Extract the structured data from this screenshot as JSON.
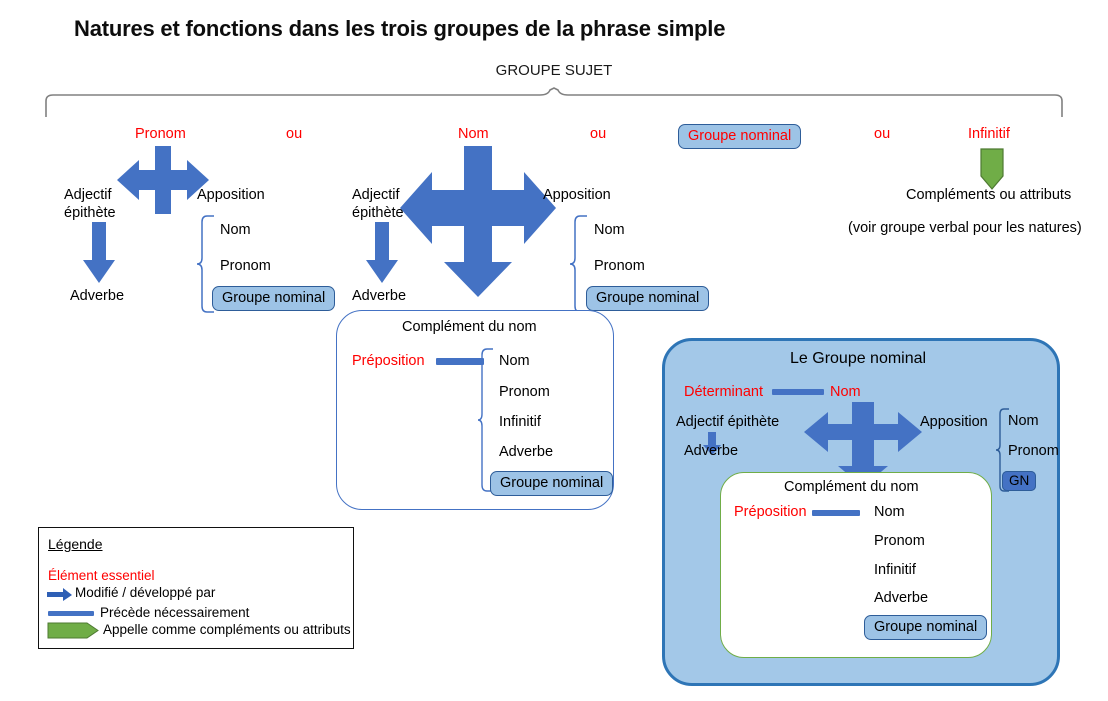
{
  "title": "Natures et fonctions dans les trois groupes de la phrase simple",
  "subject_group_label": "GROUPE SUJET",
  "colors": {
    "essential_red": "#FF0000",
    "arrow_blue": "#4472C4",
    "badge_fill": "#9DC3E6",
    "panel_fill": "#A3C8E8",
    "panel_border": "#2E75B6",
    "green_arrow": "#70AD47",
    "brace_gray": "#808080"
  },
  "columns": {
    "or_1": "ou",
    "or_2": "ou",
    "or_3": "ou",
    "pronom": {
      "head": "Pronom",
      "left": "Adjectif",
      "left2": "épithète",
      "right": "Apposition",
      "adverbe": "Adverbe",
      "brace_items": [
        "Nom",
        "Pronom"
      ],
      "brace_badge": "Groupe nominal"
    },
    "nom": {
      "head": "Nom",
      "left": "Adjectif",
      "left2": "épithète",
      "right": "Apposition",
      "adverbe": "Adverbe",
      "brace_items": [
        "Nom",
        "Pronom"
      ],
      "brace_badge": "Groupe nominal"
    },
    "groupe_nominal": {
      "head": "Groupe nominal"
    },
    "infinitif": {
      "head": "Infinitif",
      "target": "Compléments ou attributs",
      "note": "(voir groupe verbal pour les natures)"
    }
  },
  "complement_box_left": {
    "title": "Complément du nom",
    "preposition": "Préposition",
    "items": [
      "Nom",
      "Pronom",
      "Infinitif",
      "Adverbe"
    ],
    "badge": "Groupe nominal"
  },
  "gn_panel": {
    "title": "Le Groupe nominal",
    "determinant": "Déterminant",
    "nom": "Nom",
    "adjectif": "Adjectif épithète",
    "adverbe": "Adverbe",
    "apposition": "Apposition",
    "brace_items": [
      "Nom",
      "Pronom"
    ],
    "brace_badge": "GN",
    "complement_box": {
      "title": "Complément du nom",
      "preposition": "Préposition",
      "items": [
        "Nom",
        "Pronom",
        "Infinitif",
        "Adverbe"
      ],
      "badge": "Groupe nominal"
    }
  },
  "legend": {
    "title": "Légende",
    "essential": "Élément essentiel",
    "arrow_text": "Modifié / développé par",
    "line_text": "Précède nécessairement",
    "green_text": "Appelle comme compléments ou attributs"
  }
}
